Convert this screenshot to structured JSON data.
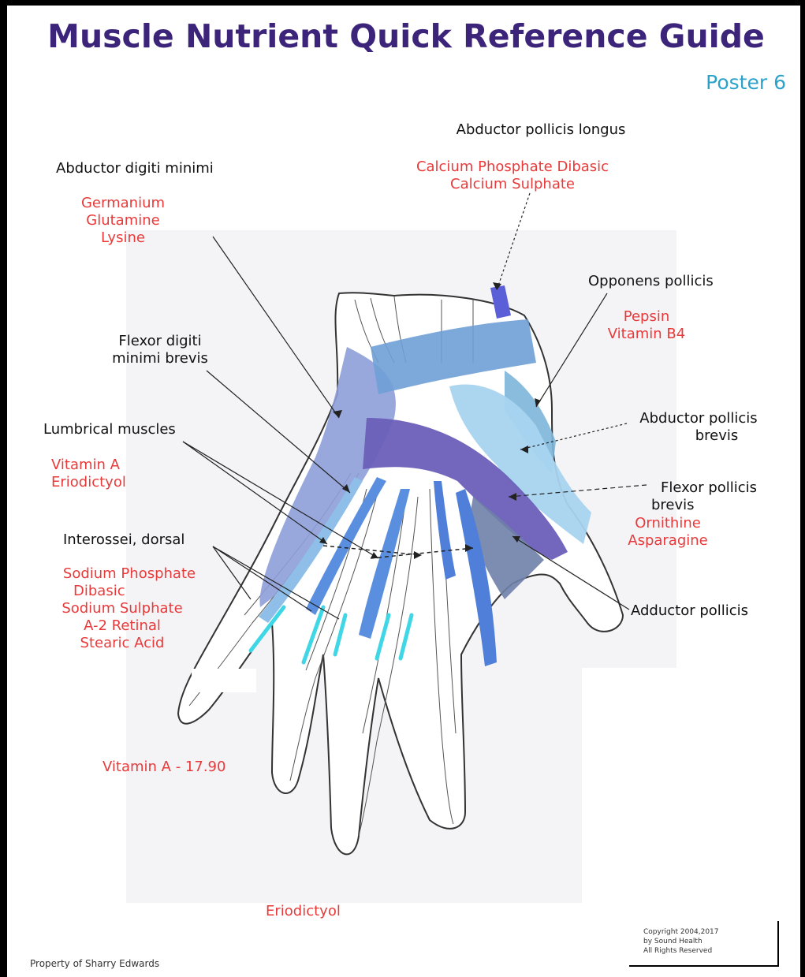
{
  "title": "Muscle Nutrient Quick Reference Guide",
  "poster_number": "Poster 6",
  "labels": {
    "abductor_pollicis_longus": {
      "name": "Abductor pollicis longus",
      "nutrients": [
        "Calcium Phosphate Dibasic",
        "Calcium Sulphate"
      ]
    },
    "abductor_digiti_minimi": {
      "name": "Abductor digiti minimi",
      "nutrients": [
        "Germanium",
        "Glutamine",
        "Lysine"
      ]
    },
    "opponens_pollicis": {
      "name": "Opponens pollicis",
      "nutrients": [
        "Pepsin",
        "Vitamin B4"
      ]
    },
    "flexor_digiti_minimi_brevis": {
      "name_lines": [
        "Flexor digiti",
        "minimi brevis"
      ]
    },
    "abductor_pollicis_brevis": {
      "name_lines": [
        "Abductor pollicis",
        "brevis"
      ]
    },
    "lumbrical_muscles": {
      "name": "Lumbrical muscles",
      "nutrients": [
        "Vitamin A",
        "Eriodictyol"
      ]
    },
    "flexor_pollicis_brevis": {
      "name_lines": [
        "Flexor pollicis",
        "brevis"
      ],
      "nutrients": [
        "Ornithine",
        "Asparagine"
      ]
    },
    "interossei_dorsal": {
      "name": "Interossei, dorsal",
      "nutrients": [
        "Sodium Phosphate",
        "Dibasic",
        "Sodium Sulphate",
        "A-2 Retinal",
        "Stearic Acid"
      ]
    },
    "adductor_pollicis": {
      "name": "Adductor pollicis"
    },
    "vitamin_a_note": "Vitamin A - 17.90",
    "eriodictyol_note": "Eriodictyol"
  },
  "copyright_lines": [
    "Copyright 2004,2017",
    "by Sound Health",
    "All Rights Reserved"
  ],
  "owner": "Property of Sharry Edwards",
  "colors": {
    "title": "#3b2479",
    "poster_number": "#2aa2c9",
    "nutrient_text": "#e83a3a",
    "muscle_lavender": "#8d9ed8",
    "muscle_blue": "#6a8fd6",
    "muscle_light_blue": "#a8d4ef",
    "muscle_steel": "#7db6d9",
    "muscle_purple": "#6a5fb8",
    "tendon_cyan": "#3fd6e6"
  }
}
